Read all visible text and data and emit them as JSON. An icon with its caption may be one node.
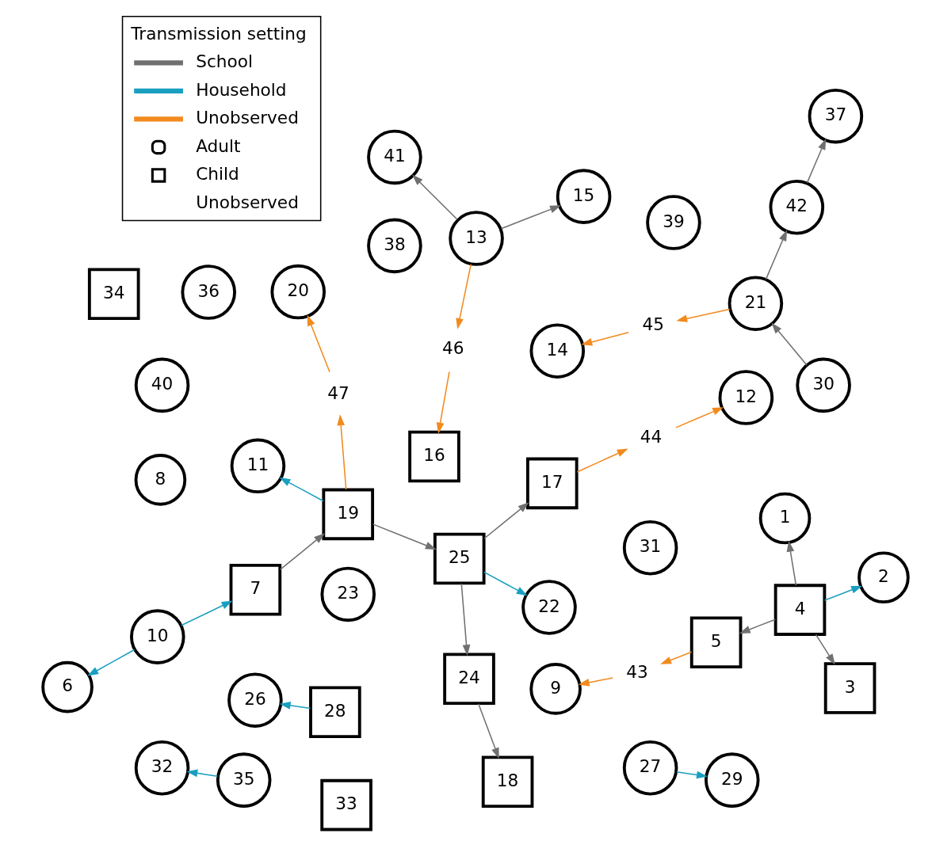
{
  "diagram": {
    "nodes": [
      {
        "text": [
          "1"
        ]
      },
      {
        "text": [
          "2"
        ]
      },
      {
        "text": [
          "3"
        ]
      },
      {
        "text": [
          "4"
        ]
      },
      {
        "text": [
          "5"
        ]
      },
      {
        "text": [
          "6"
        ]
      },
      {
        "text": [
          "7"
        ]
      },
      {
        "text": [
          "8"
        ]
      },
      {
        "text": [
          "9"
        ]
      },
      {
        "text": [
          "10"
        ]
      },
      {
        "text": [
          "11"
        ]
      },
      {
        "text": [
          "12"
        ]
      },
      {
        "text": [
          "13"
        ]
      },
      {
        "text": [
          "14"
        ]
      },
      {
        "text": [
          "15"
        ]
      },
      {
        "text": [
          "16"
        ]
      },
      {
        "text": [
          "17"
        ]
      },
      {
        "text": [
          "18"
        ]
      },
      {
        "text": [
          "19"
        ]
      },
      {
        "text": [
          "20"
        ]
      },
      {
        "text": [
          "21"
        ]
      },
      {
        "text": [
          "22"
        ]
      },
      {
        "text": [
          "23"
        ]
      },
      {
        "text": [
          "24"
        ]
      },
      {
        "text": [
          "25"
        ]
      },
      {
        "text": [
          "26"
        ]
      },
      {
        "text": [
          "27"
        ]
      },
      {
        "text": [
          "28"
        ]
      },
      {
        "text": [
          "29"
        ]
      },
      {
        "text": [
          "30"
        ]
      },
      {
        "text": [
          "31"
        ]
      },
      {
        "text": [
          "32"
        ]
      },
      {
        "text": [
          "33"
        ]
      },
      {
        "text": [
          "34"
        ]
      },
      {
        "text": [
          "35"
        ]
      },
      {
        "text": [
          "36"
        ]
      },
      {
        "text": [
          "37"
        ]
      },
      {
        "text": [
          "38"
        ]
      },
      {
        "text": [
          "39"
        ]
      },
      {
        "text": [
          "40"
        ]
      },
      {
        "text": [
          "41"
        ]
      },
      {
        "text": [
          "42"
        ]
      },
      {
        "text": [
          "43"
        ]
      },
      {
        "text": [
          "44"
        ]
      },
      {
        "text": [
          "45"
        ]
      },
      {
        "text": [
          "46"
        ]
      },
      {
        "text": [
          "47"
        ]
      }
    ],
    "edges": [
      {
        "from": 41,
        "to": 36,
        "arrow": "to"
      },
      {
        "from": 20,
        "to": 41,
        "arrow": "to"
      },
      {
        "from": 29,
        "to": 20,
        "arrow": "to"
      },
      {
        "from": 20,
        "to": 44,
        "arrow": "to",
        "color": "#f28a1e"
      },
      {
        "from": 44,
        "to": 13,
        "arrow": "to",
        "color": "#f28a1e"
      },
      {
        "from": 12,
        "to": 14,
        "arrow": "to"
      },
      {
        "from": 12,
        "to": 40,
        "arrow": "to"
      },
      {
        "from": 12,
        "to": 45,
        "arrow": "to",
        "color": "#f28a1e"
      },
      {
        "from": 45,
        "to": 15,
        "arrow": "to",
        "color": "#f28a1e"
      },
      {
        "from": 16,
        "to": 43,
        "arrow": "to",
        "color": "#f28a1e"
      },
      {
        "from": 43,
        "to": 11,
        "arrow": "to",
        "color": "#f28a1e"
      },
      {
        "from": 24,
        "to": 16,
        "arrow": "to"
      },
      {
        "from": 24,
        "to": 21,
        "arrow": "to",
        "color": "#1a9fc0"
      },
      {
        "from": 24,
        "to": 23,
        "arrow": "to"
      },
      {
        "from": 23,
        "to": 17,
        "arrow": "to"
      },
      {
        "from": 18,
        "to": 24,
        "arrow": "to"
      },
      {
        "from": 18,
        "to": 46,
        "arrow": "to",
        "color": "#f28a1e"
      },
      {
        "from": 46,
        "to": 19,
        "arrow": "to",
        "color": "#f28a1e"
      },
      {
        "from": 18,
        "to": 10,
        "arrow": "to",
        "color": "#1a9fc0"
      },
      {
        "from": 6,
        "to": 18,
        "arrow": "to"
      },
      {
        "from": 9,
        "to": 6,
        "arrow": "to",
        "color": "#1a9fc0"
      },
      {
        "from": 9,
        "to": 5,
        "arrow": "to",
        "color": "#1a9fc0"
      },
      {
        "from": 4,
        "to": 42,
        "arrow": "to",
        "color": "#f28a1e"
      },
      {
        "from": 42,
        "to": 8,
        "arrow": "to",
        "color": "#f28a1e"
      },
      {
        "from": 3,
        "to": 4,
        "arrow": "to"
      },
      {
        "from": 3,
        "to": 0,
        "arrow": "to"
      },
      {
        "from": 3,
        "to": 2,
        "arrow": "to"
      },
      {
        "from": 3,
        "to": 1,
        "arrow": "to",
        "color": "#1a9fc0"
      },
      {
        "from": 34,
        "to": 31,
        "arrow": "to",
        "color": "#1a9fc0"
      },
      {
        "from": 26,
        "to": 28,
        "arrow": "to",
        "color": "#1a9fc0"
      },
      {
        "from": 27,
        "to": 25,
        "arrow": "to",
        "color": "#1a9fc0"
      }
    ],
    "labels": [
      "Transmission setting"
    ],
    "legend": [
      {
        "text": "School"
      },
      {
        "text": "Household"
      },
      {
        "text": "Unobserved"
      },
      {
        "text": "Adult"
      },
      {
        "text": "Child"
      },
      {
        "text": "Unobserved"
      }
    ]
  }
}
